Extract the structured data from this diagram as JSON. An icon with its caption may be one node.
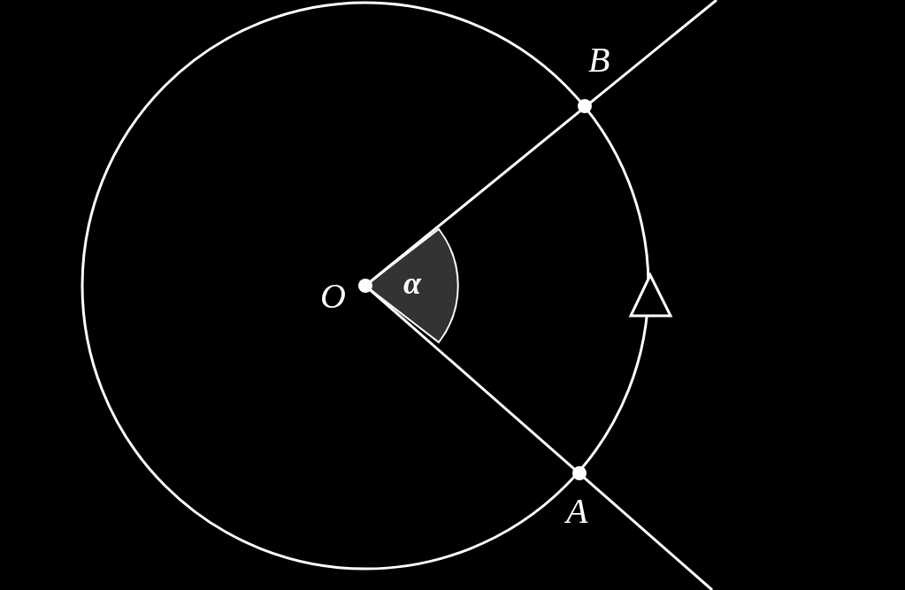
{
  "diagram": {
    "labels": [
      "B",
      "O",
      "α",
      "A"
    ]
  }
}
